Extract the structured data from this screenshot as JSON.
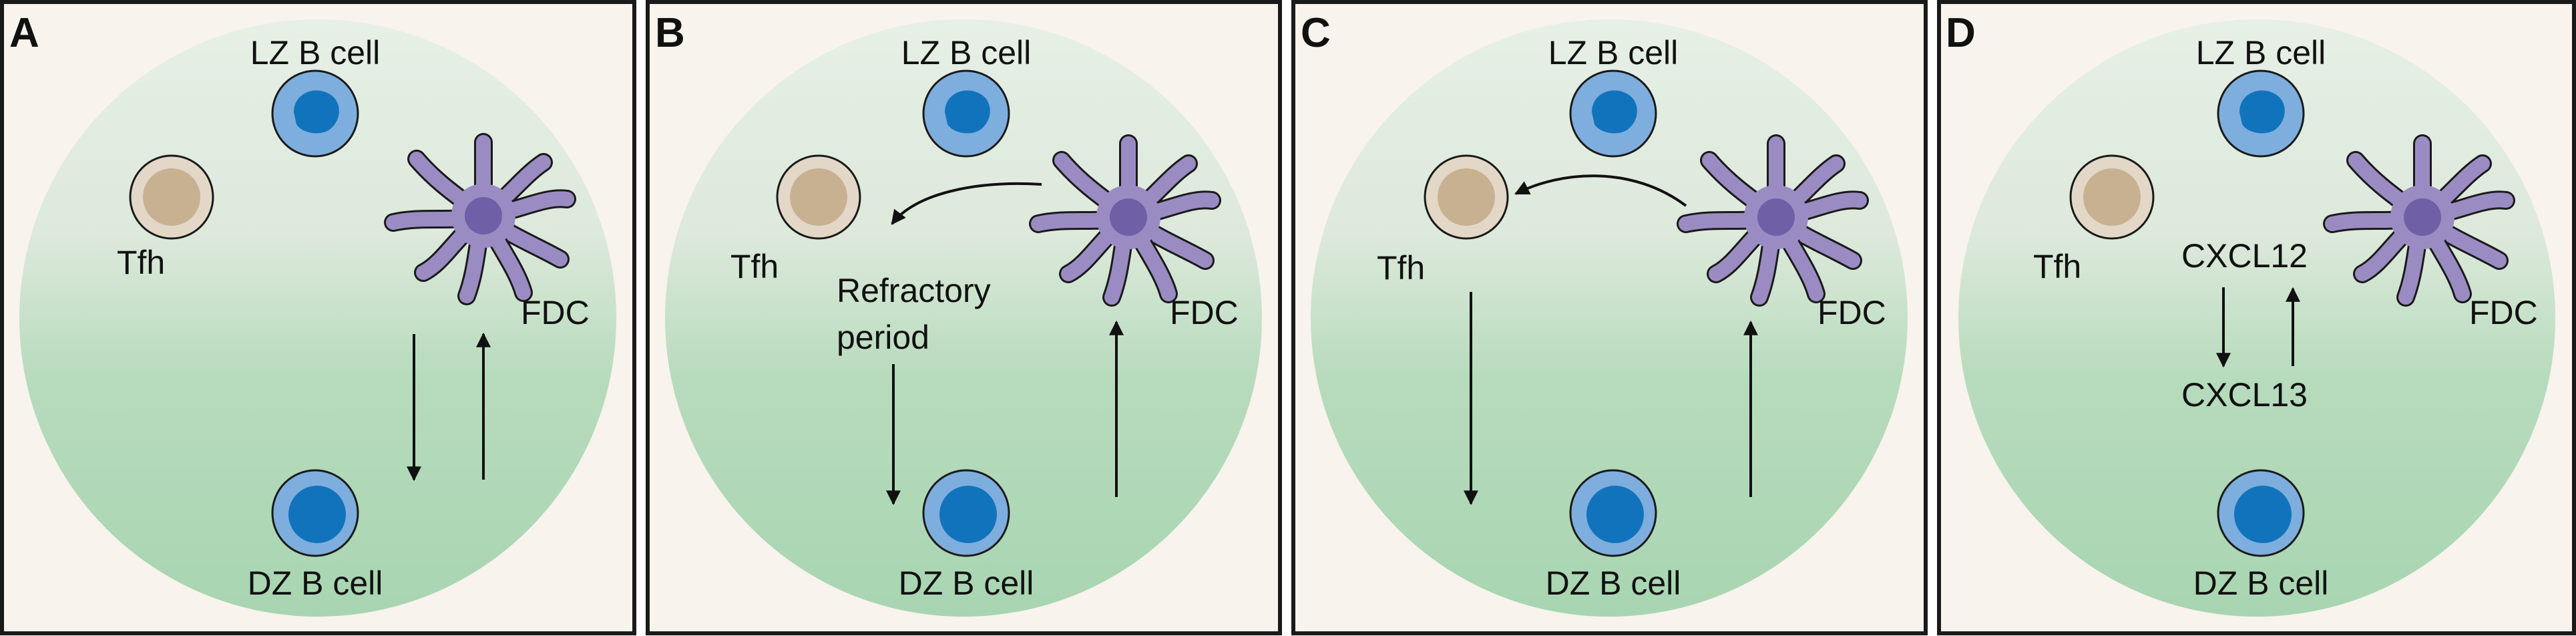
{
  "colors": {
    "panel_bg": "#f8f3ec",
    "panel_border": "#1a1a1a",
    "zone_top": "#e4efe4",
    "zone_bottom": "#a9d6b2",
    "b_cell_outer": "#7eaedd",
    "b_cell_nucleus": "#1273bd",
    "tfh_outer": "#e3d8c7",
    "tfh_inner": "#c8b191",
    "fdc_body": "#9a8cc3",
    "fdc_nucleus": "#6f5fa6",
    "ink": "#111111"
  },
  "icons": {
    "b_cell": "lymphocyte-icon",
    "tfh": "t-follicular-helper-icon",
    "fdc": "follicular-dendritic-cell-icon"
  },
  "panels": [
    {
      "letter": "A",
      "lz_label": "LZ B cell",
      "dz_label": "DZ B cell",
      "tfh_label": "Tfh",
      "fdc_label": "FDC"
    },
    {
      "letter": "B",
      "lz_label": "LZ B cell",
      "dz_label": "DZ B cell",
      "tfh_label": "Tfh",
      "fdc_label": "FDC",
      "refractory_line1": "Refractory",
      "refractory_line2": "period"
    },
    {
      "letter": "C",
      "lz_label": "LZ B cell",
      "dz_label": "DZ B cell",
      "tfh_label": "Tfh",
      "fdc_label": "FDC"
    },
    {
      "letter": "D",
      "lz_label": "LZ B cell",
      "dz_label": "DZ B cell",
      "tfh_label": "Tfh",
      "fdc_label": "FDC",
      "cxcl12_label": "CXCL12",
      "cxcl13_label": "CXCL13"
    }
  ]
}
